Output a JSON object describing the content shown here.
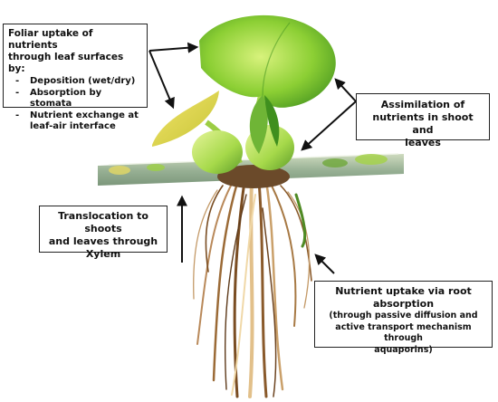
{
  "foliar": {
    "heading": [
      "Foliar uptake of nutrients",
      "through leaf surfaces by:"
    ],
    "items": [
      {
        "dash": "-",
        "lines": [
          "Deposition (wet/dry)"
        ]
      },
      {
        "dash": "-",
        "lines": [
          "Absorption by stomata"
        ]
      },
      {
        "dash": "-",
        "lines": [
          "Nutrient exchange at",
          "leaf-air interface"
        ]
      }
    ]
  },
  "assimilation": {
    "lines": [
      "Assimilation of",
      "nutrients in shoot and",
      "leaves"
    ]
  },
  "translocation": {
    "lines": [
      "Translocation to shoots",
      "and leaves through",
      "Xylem"
    ]
  },
  "root_uptake": {
    "title": [
      "Nutrient uptake via root",
      "absorption"
    ],
    "sub": [
      "(through passive diffusion and",
      "active transport mechanism through",
      "aquaporins)"
    ]
  },
  "colors": {
    "leaf_light": "#c9ec6a",
    "leaf_mid": "#7fc52e",
    "leaf_dark": "#3c8a1c",
    "stem": "#a7d64c",
    "root_brown": "#8a5a2b",
    "root_light": "#d9b27a",
    "water": "#9fb79a",
    "arrow": "#111111"
  }
}
